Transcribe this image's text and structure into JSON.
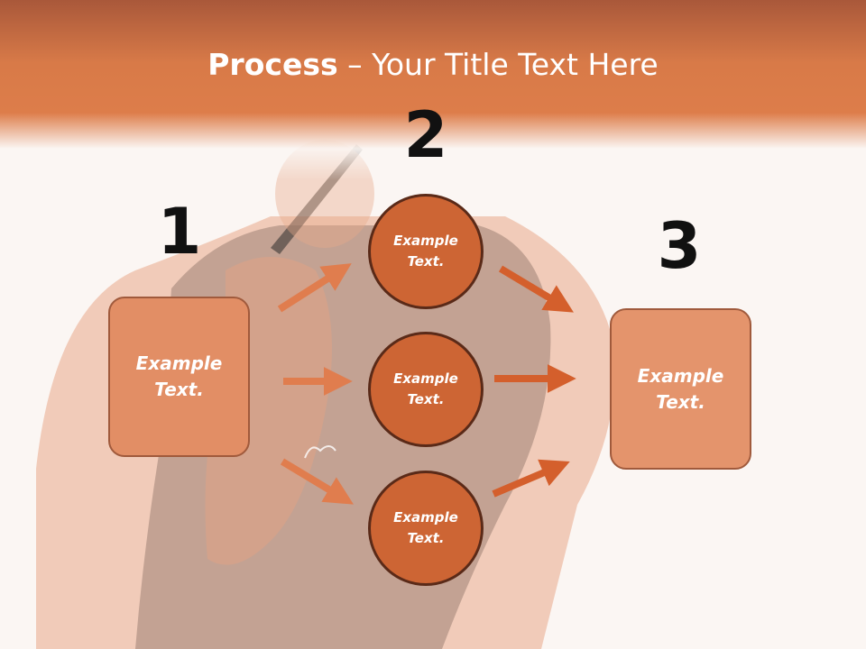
{
  "title": {
    "strong": "Process",
    "rest": " – Your Title Text Here"
  },
  "steps": [
    {
      "number": "1",
      "text": "Example Text."
    },
    {
      "number": "2",
      "items": [
        "Example Text.",
        "Example Text.",
        "Example Text."
      ]
    },
    {
      "number": "3",
      "text": "Example Text."
    }
  ],
  "colors": {
    "header": "#dd7d4a",
    "box_left": "#e28e65",
    "box_right": "#e4946c",
    "circle": "#cd6534",
    "circle_border": "#5a2a18",
    "arrow_left": "#e07d4e",
    "arrow_right": "#d45f2c",
    "number": "#111111"
  }
}
